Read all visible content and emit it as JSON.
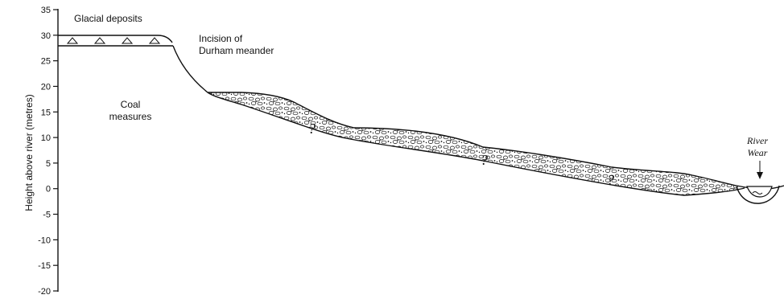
{
  "axis": {
    "ylabel": "Height above river (metres)",
    "ticks": [
      "35",
      "30",
      "25",
      "20",
      "15",
      "10",
      "5",
      "0",
      "-5",
      "-10",
      "-15",
      "-20"
    ],
    "ymin": -20,
    "ymax": 35,
    "step": 5
  },
  "labels": {
    "glacial": "Glacial deposits",
    "incision_line1": "Incision of",
    "incision_line2": "Durham meander",
    "coal_line1": "Coal",
    "coal_line2": "measures",
    "river_line1": "River",
    "river_line2": "Wear",
    "uncertain": "?"
  }
}
